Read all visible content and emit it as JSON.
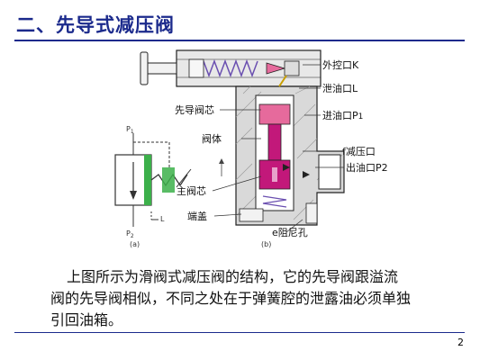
{
  "slide": {
    "title": "二、先导式减压阀",
    "page_number": "2"
  },
  "figure": {
    "labels": {
      "external_control_port": "外控口K",
      "drain_port": "泄油口L",
      "inlet_port": "进油口P",
      "inlet_port_sub": "1",
      "pilot_spool": "先导阀芯",
      "valve_body": "阀体",
      "reducing_port": "f减压口",
      "outlet_port": "出油口P2",
      "main_spool": "主阀芯",
      "end_cap": "端盖",
      "damping_hole": "e阻尼孔"
    },
    "symbol_labels": {
      "p1": "P",
      "p1_sub": "1",
      "p2": "P",
      "p2_sub": "2",
      "l": "L",
      "caption_a": "(a)",
      "caption_b": "(b)"
    },
    "colors": {
      "title": "#1b2a8c",
      "pilot_spool": "#e66a9c",
      "main_spool": "#c2187a",
      "valve_spring": "#6a4fb0",
      "symbol_green": "#3cb04a"
    }
  },
  "description": {
    "line1": "上图所示为滑阀式减压阀的结构，它的先导阀跟溢流",
    "line2": "阀的先导阀相似，不同之处在于弹簧腔的泄露油必须单独",
    "line3": "引回油箱。"
  }
}
